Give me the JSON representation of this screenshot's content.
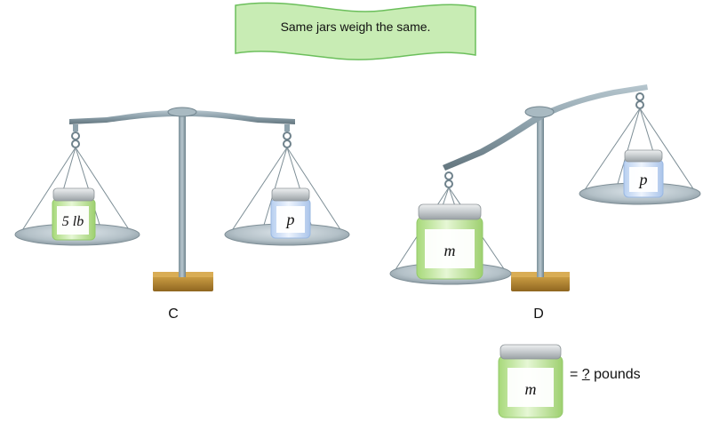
{
  "banner": {
    "text": "Same jars weigh the same."
  },
  "scale_c": {
    "label": "C",
    "left_jar": "5 lb",
    "right_jar": "p"
  },
  "scale_d": {
    "label": "D",
    "left_jar": "m",
    "right_jar": "p"
  },
  "answer": {
    "jar": "m",
    "equals": "=",
    "blank": "?",
    "unit": "pounds"
  },
  "colors": {
    "banner_fill": "#c8ecb4",
    "banner_stroke": "#6cbf5c",
    "metal": "#8fa3ad",
    "base_wood": "#b8892e",
    "jar_green": "#b9e58f",
    "jar_blue": "#c9dcf6",
    "lid": "#c9cdd0"
  }
}
